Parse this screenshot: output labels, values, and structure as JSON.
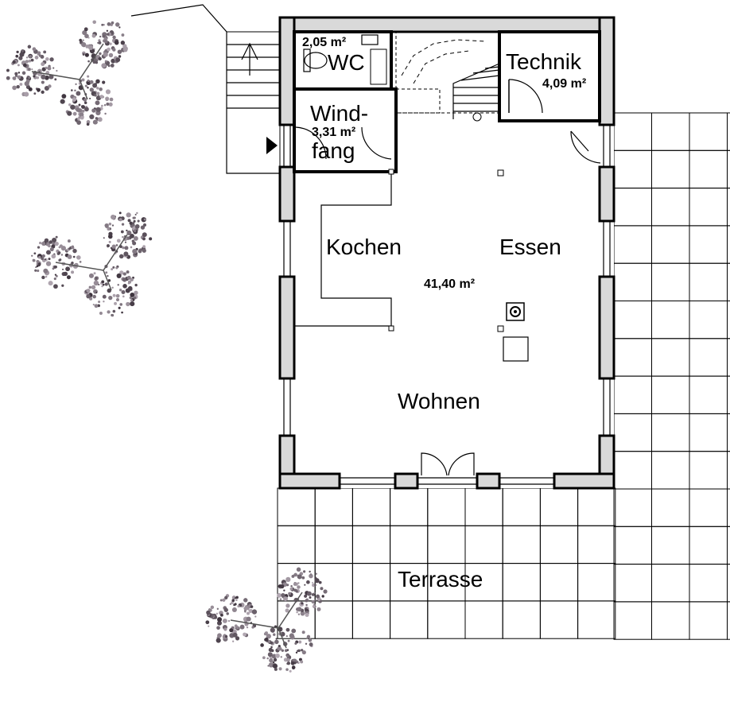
{
  "rooms": {
    "wc": {
      "label": "WC",
      "area": "2,05 m²"
    },
    "windfang": {
      "label_line1": "Wind-",
      "label_line2": "fang",
      "area": "3,31 m²"
    },
    "technik": {
      "label": "Technik",
      "area": "4,09 m²"
    },
    "kochen": {
      "label": "Kochen"
    },
    "essen": {
      "label": "Essen"
    },
    "wohnen": {
      "label": "Wohnen"
    },
    "main_area": "41,40 m²",
    "terrasse": {
      "label": "Terrasse"
    }
  }
}
